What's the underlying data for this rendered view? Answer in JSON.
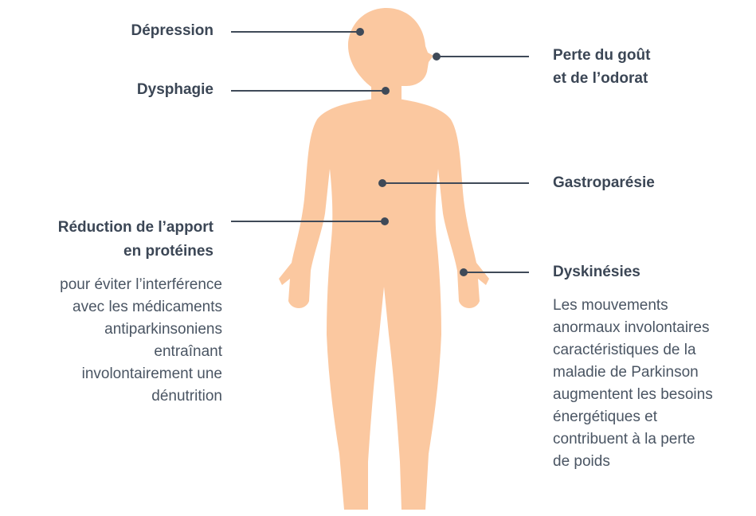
{
  "figure": {
    "body_color": "#fbc8a0",
    "line_color": "#3f4a58",
    "text_color": "#3b4655"
  },
  "labels": {
    "depression": "Dépression",
    "dysphagie": "Dysphagie",
    "gout_line1": "Perte du goût",
    "gout_line2": "et de l’odorat",
    "gastroparesie": "Gastroparésie",
    "proteines_line1": "Réduction de l’apport",
    "proteines_line2": "en protéines",
    "proteines_desc": [
      "pour éviter l’interférence",
      "avec les médicaments",
      "antiparkinsoniens",
      "entraînant",
      "involontairement une",
      "dénutrition"
    ],
    "dyskinesies": "Dyskinésies",
    "dyskinesies_desc": [
      "Les mouvements",
      "anormaux involontaires",
      "caractéristiques de la",
      "maladie de Parkinson",
      "augmentent les besoins",
      "énergétiques et",
      "contribuent à la perte",
      "de poids"
    ]
  }
}
